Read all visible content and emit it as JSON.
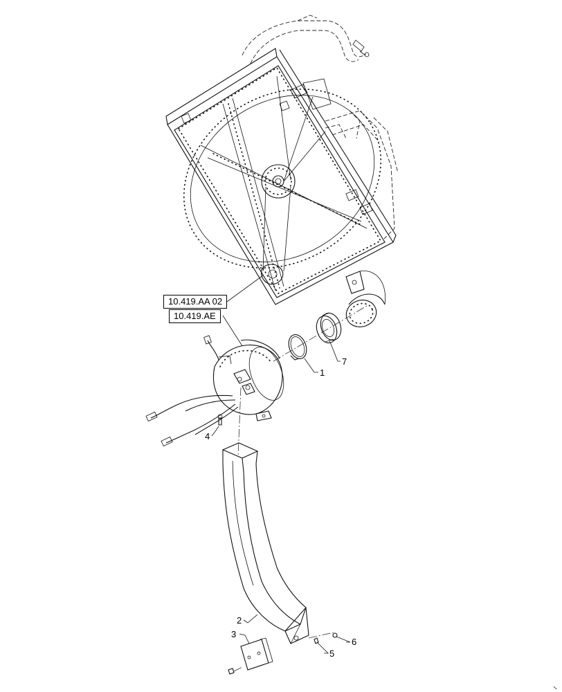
{
  "references": {
    "ref_top": "10.419.AA 02",
    "ref_bottom": "10.419.AE"
  },
  "callouts": {
    "c1": "1",
    "c2": "2",
    "c3": "3",
    "c4": "4",
    "c5": "5",
    "c6": "6",
    "c7": "7"
  }
}
